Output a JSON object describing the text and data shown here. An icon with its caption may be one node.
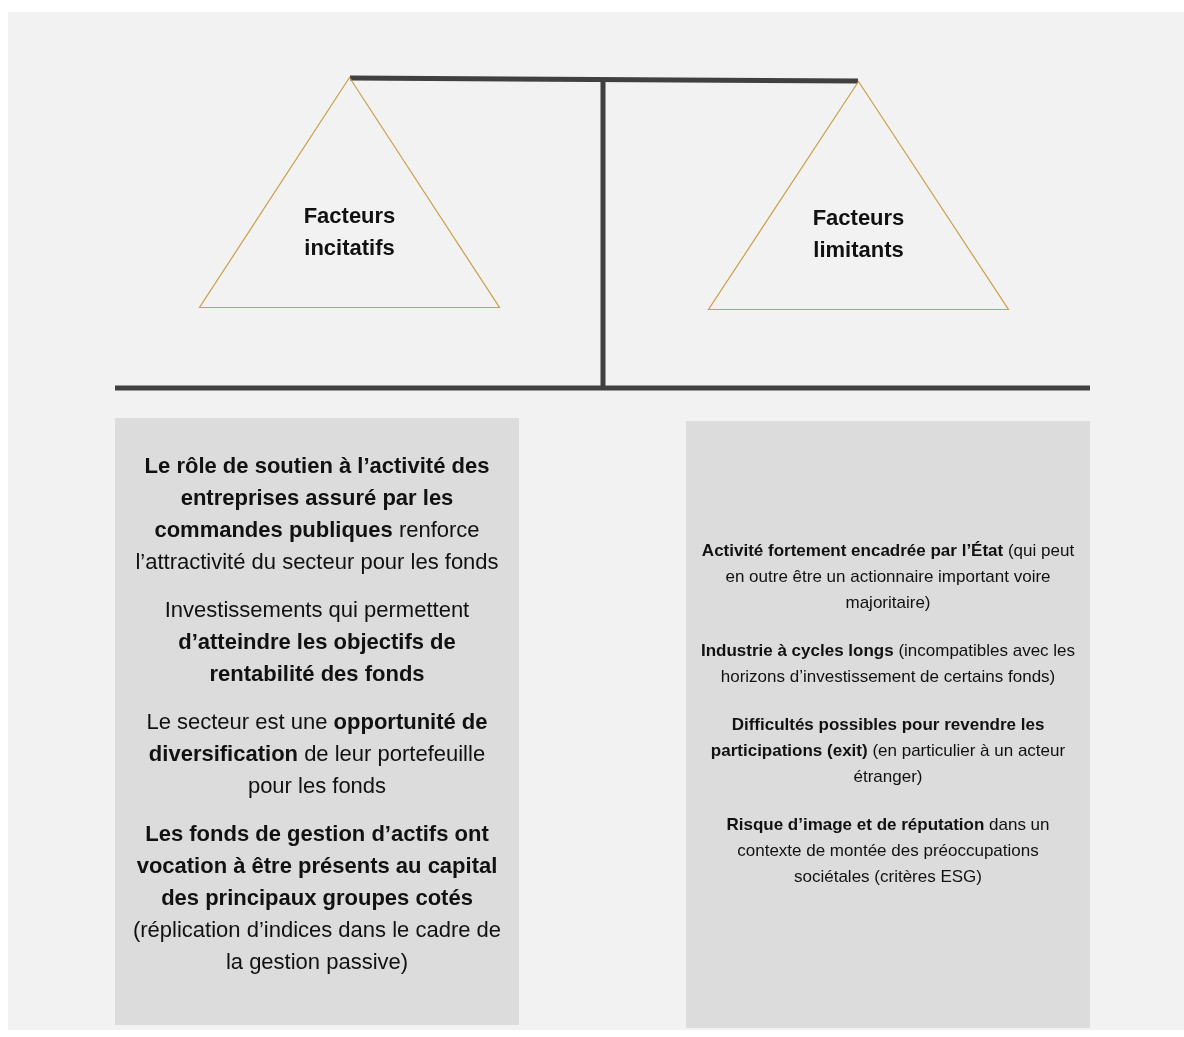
{
  "diagram": {
    "nodes": [
      {
        "text": [
          "Facteurs incitatifs"
        ]
      },
      {
        "text": [
          "Facteurs limitants"
        ]
      },
      {
        "text": [
          "**Le rôle de soutien à l’activité des entreprises assuré par les commandes publiques** renforce l’attractivité du secteur pour les fonds",
          "Investissements qui permettent **d’atteindre les objectifs de rentabilité des fonds**",
          "Le secteur est une **opportunité de diversification** de leur portefeuille pour les fonds",
          "**Les fonds de gestion d’actifs ont vocation à être présents au capital des principaux groupes cotés** (réplication d’indices dans le cadre de la gestion passive)"
        ]
      },
      {
        "text": [
          "**Activité fortement encadrée par l’État** (qui peut en outre être un actionnaire important voire majoritaire)",
          "**Industrie à cycles longs** (incompatibles avec les horizons d’investissement de certains fonds)",
          "**Difficultés possibles pour revendre les participations (exit)** (en particulier à un acteur étranger)",
          "**Risque d’image et de réputation** dans un contexte de montée des préoccupations sociétales (critères ESG)"
        ]
      }
    ],
    "edges": []
  }
}
